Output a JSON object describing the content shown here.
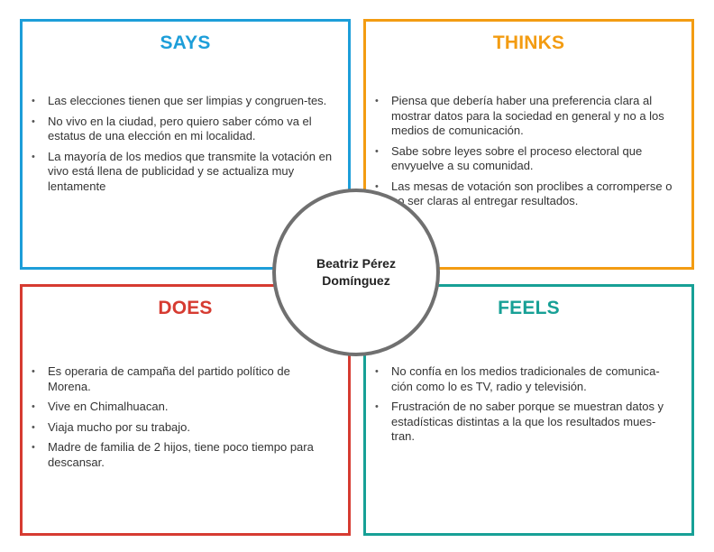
{
  "colors": {
    "says": "#1D9ED9",
    "thinks": "#F39C12",
    "does": "#D63B31",
    "feels": "#17A096",
    "circle_border": "#707070"
  },
  "center": {
    "name": "Beatriz Pérez Domínguez"
  },
  "quadrants": {
    "says": {
      "title": "SAYS",
      "items": [
        "Las elecciones tienen que ser limpias y congruen-tes.",
        "No vivo en la ciudad, pero quiero saber cómo va el estatus de una elección en mi localidad.",
        "La mayoría de los medios que transmite la votación en vivo está llena de publicidad y se actualiza muy lentamente"
      ]
    },
    "thinks": {
      "title": "THINKS",
      "items": [
        "Piensa que debería haber una preferencia clara al mostrar datos para la sociedad en general y no a los medios de comunicación.",
        "Sabe sobre leyes sobre el proceso electoral que envyuelve a su comunidad.",
        "Las mesas de votación son proclibes a corromperse o no ser claras al entregar resultados."
      ]
    },
    "does": {
      "title": "DOES",
      "items": [
        "Es operaria de campaña del partido político de Morena.",
        "Vive en Chimalhuacan.",
        "Viaja mucho por su trabajo.",
        "Madre de familia de 2 hijos, tiene poco tiempo para descansar."
      ]
    },
    "feels": {
      "title": "FEELS",
      "items": [
        "No confía en los medios tradicionales de comunica-ción como lo es TV, radio y televisión.",
        "Frustración de no saber porque se muestran datos y estadísticas distintas a la que los resultados mues-tran."
      ]
    }
  }
}
